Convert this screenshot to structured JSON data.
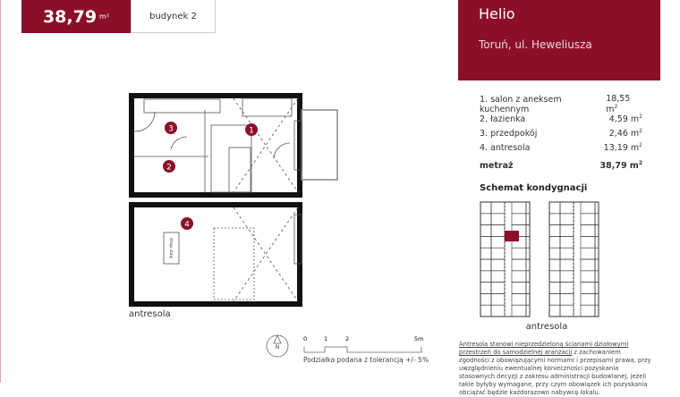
{
  "header": {
    "area_value": "38,79",
    "area_unit": "m²",
    "building": "budynek 2",
    "project": "Helio",
    "address": "Toruń, ul. Heweliusza"
  },
  "colors": {
    "accent": "#8c0f2a"
  },
  "rooms": [
    {
      "label": "1. salon z aneksem kuchennym",
      "area": "18,55",
      "unit": "m",
      "sup": "2"
    },
    {
      "label": "2. łazienka",
      "area": "4,59",
      "unit": "m",
      "sup": "2"
    },
    {
      "label": "3. przedpokój",
      "area": "2,46",
      "unit": "m",
      "sup": "2"
    },
    {
      "label": "4. antresola",
      "area": "13,19",
      "unit": "m",
      "sup": "2"
    }
  ],
  "total": {
    "label": "metraż",
    "area": "38,79",
    "unit": "m",
    "sup": "2"
  },
  "plan": {
    "room_numbers": [
      "1",
      "2",
      "3",
      "4"
    ],
    "antresola_label": "antresola",
    "stair_label": "strop stały"
  },
  "schema": {
    "title": "Schemat kondygnacji",
    "label": "antresola"
  },
  "scale": {
    "ticks": [
      "0",
      "1",
      "2",
      "5m"
    ],
    "text": "Podziałka podana z tolerancją +/- 5%",
    "north": "N"
  },
  "note": {
    "underlined": "Antresola stanowi nieprzedzieloną ścianami działowymi przestrzeń do samodzielnej aranżacji",
    "rest": " z zachowaniem zgodności z obowiązującymi normami i przepisami prawa, przy uwzględnieniu ewentualnej konieczności pozyskania stosownych decyzji z zakresu administracji budowlanej, jeżeli takie byłyby wymagane, przy czym obowiązek ich pozyskania obciążać będzie każdorazowo nabywcę lokalu."
  }
}
